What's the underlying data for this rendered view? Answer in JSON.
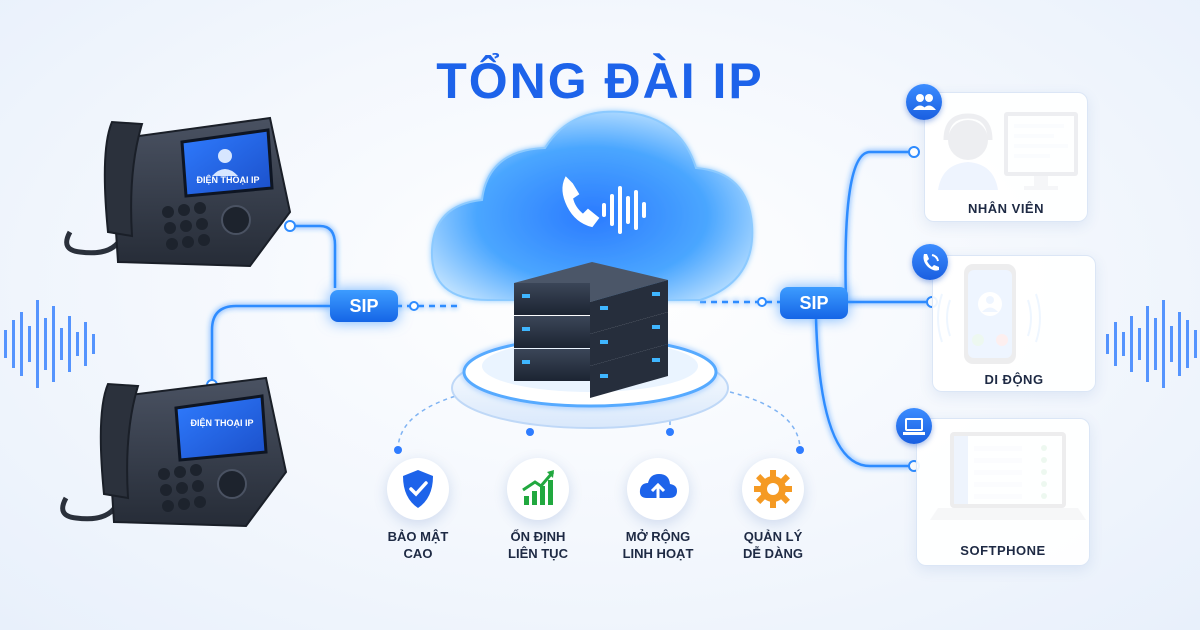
{
  "title": "TỔNG ĐÀI IP",
  "phones": [
    {
      "screen_label": "ĐIỆN THOẠI IP"
    },
    {
      "screen_label": "ĐIỆN THOẠI IP"
    }
  ],
  "protocol_labels": {
    "left": "SIP",
    "right": "SIP"
  },
  "endpoints": [
    {
      "label": "NHÂN VIÊN",
      "icon": "users-icon"
    },
    {
      "label": "DI ĐỘNG",
      "icon": "phone-call-icon"
    },
    {
      "label": "SOFTPHONE",
      "icon": "laptop-icon"
    }
  ],
  "features": [
    {
      "line1": "BẢO MẬT",
      "line2": "CAO",
      "icon": "shield-check-icon"
    },
    {
      "line1": "ỔN ĐỊNH",
      "line2": "LIÊN TỤC",
      "icon": "growth-chart-icon"
    },
    {
      "line1": "MỞ RỘNG",
      "line2": "LINH HOẠT",
      "icon": "cloud-upload-icon"
    },
    {
      "line1": "QUẢN LÝ",
      "line2": "DỄ DÀNG",
      "icon": "gear-icon"
    }
  ],
  "colors": {
    "accent": "#1d63ea",
    "glow": "#2f8cff",
    "orange": "#f59a23",
    "green": "#21a83f"
  }
}
